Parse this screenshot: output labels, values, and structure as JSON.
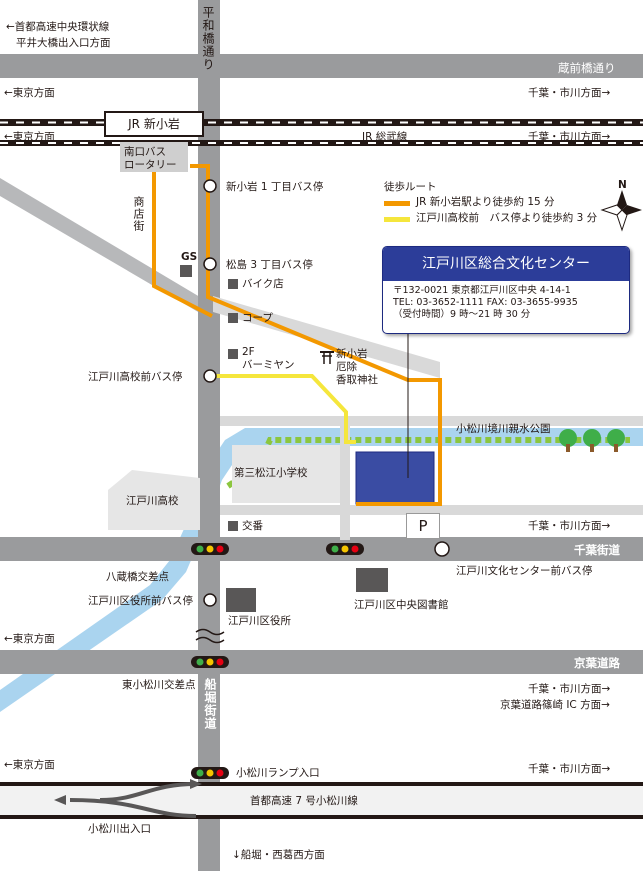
{
  "colors": {
    "road": "#9a9b9d",
    "block": "#e6e6e6",
    "river": "#aad4ef",
    "route_jr": "#f39800",
    "route_bus": "#f5e63c",
    "park_dots": "#8cc63f",
    "center": "#3a4ca3",
    "header_blue": "#2c3d99"
  },
  "roads": {
    "top_left_1": "←首都高速中央環状線",
    "top_left_2": "平井大橋出入口方面",
    "kuramae": "蔵前橋通り",
    "heiwabashi": "平和橋通り",
    "chiba_kaido": "千葉街道",
    "keiyo_doro": "京葉道路",
    "funabori": "船堀街道",
    "shuto7": "首都高速 7 号小松川線",
    "bottom": "↓船堀・西葛西方面"
  },
  "directions": {
    "tokyo_1": "←東京方面",
    "chiba_1": "千葉・市川方面→",
    "tokyo_2": "←東京方面",
    "chiba_2": "千葉・市川方面→",
    "chiba_3": "千葉・市川方面→",
    "tokyo_3": "←東京方面",
    "chiba_4": "千葉・市川方面→",
    "keiyo_ic": "京葉道路篠崎 IC 方面→",
    "tokyo_4": "←東京方面",
    "chiba_5": "千葉・市川方面→"
  },
  "rail": {
    "station": "JR 新小岩",
    "line": "JR 総武線"
  },
  "places": {
    "south_rotary": "南口バス\nロータリー",
    "shotengai": "商店街",
    "gs": "GS",
    "bike_shop": "バイク店",
    "coop": "コープ",
    "baamiyan": "2F\nバーミヤン",
    "shrine": "新小岩\n厄除\n香取神社",
    "park": "小松川境川親水公園",
    "school": "第三松江小学校",
    "high_school": "江戸川高校",
    "koban": "交番",
    "ward_office": "江戸川区役所",
    "library": "江戸川区中央図書館",
    "parking": "P"
  },
  "stops": {
    "shinkoiwa_1": "新小岩 1 丁目バス停",
    "matsushima_3": "松島 3 丁目バス停",
    "edogawa_koko": "江戸川高校前バス停",
    "center_mae": "江戸川文化センター前バス停",
    "kuyakusho_mae": "江戸川区役所前バス停",
    "yakura": "八蔵橋交差点",
    "higashi_komatsugawa": "東小松川交差点",
    "komatsugawa_ramp_in": "小松川ランプ入口",
    "komatsugawa_exit": "小松川出入口"
  },
  "legend": {
    "title": "徒歩ルート",
    "jr": "JR 新小岩駅より徒歩約 15 分",
    "bus": "江戸川高校前　バス停より徒歩約 3 分"
  },
  "info": {
    "name": "江戸川区総合文化センター",
    "address": "〒132-0021 東京都江戸川区中央 4-14-1",
    "tel": "TEL: 03-3652-1111  FAX: 03-3655-9935",
    "hours": "（受付時間）9 時〜21 時 30 分"
  },
  "compass": "N"
}
